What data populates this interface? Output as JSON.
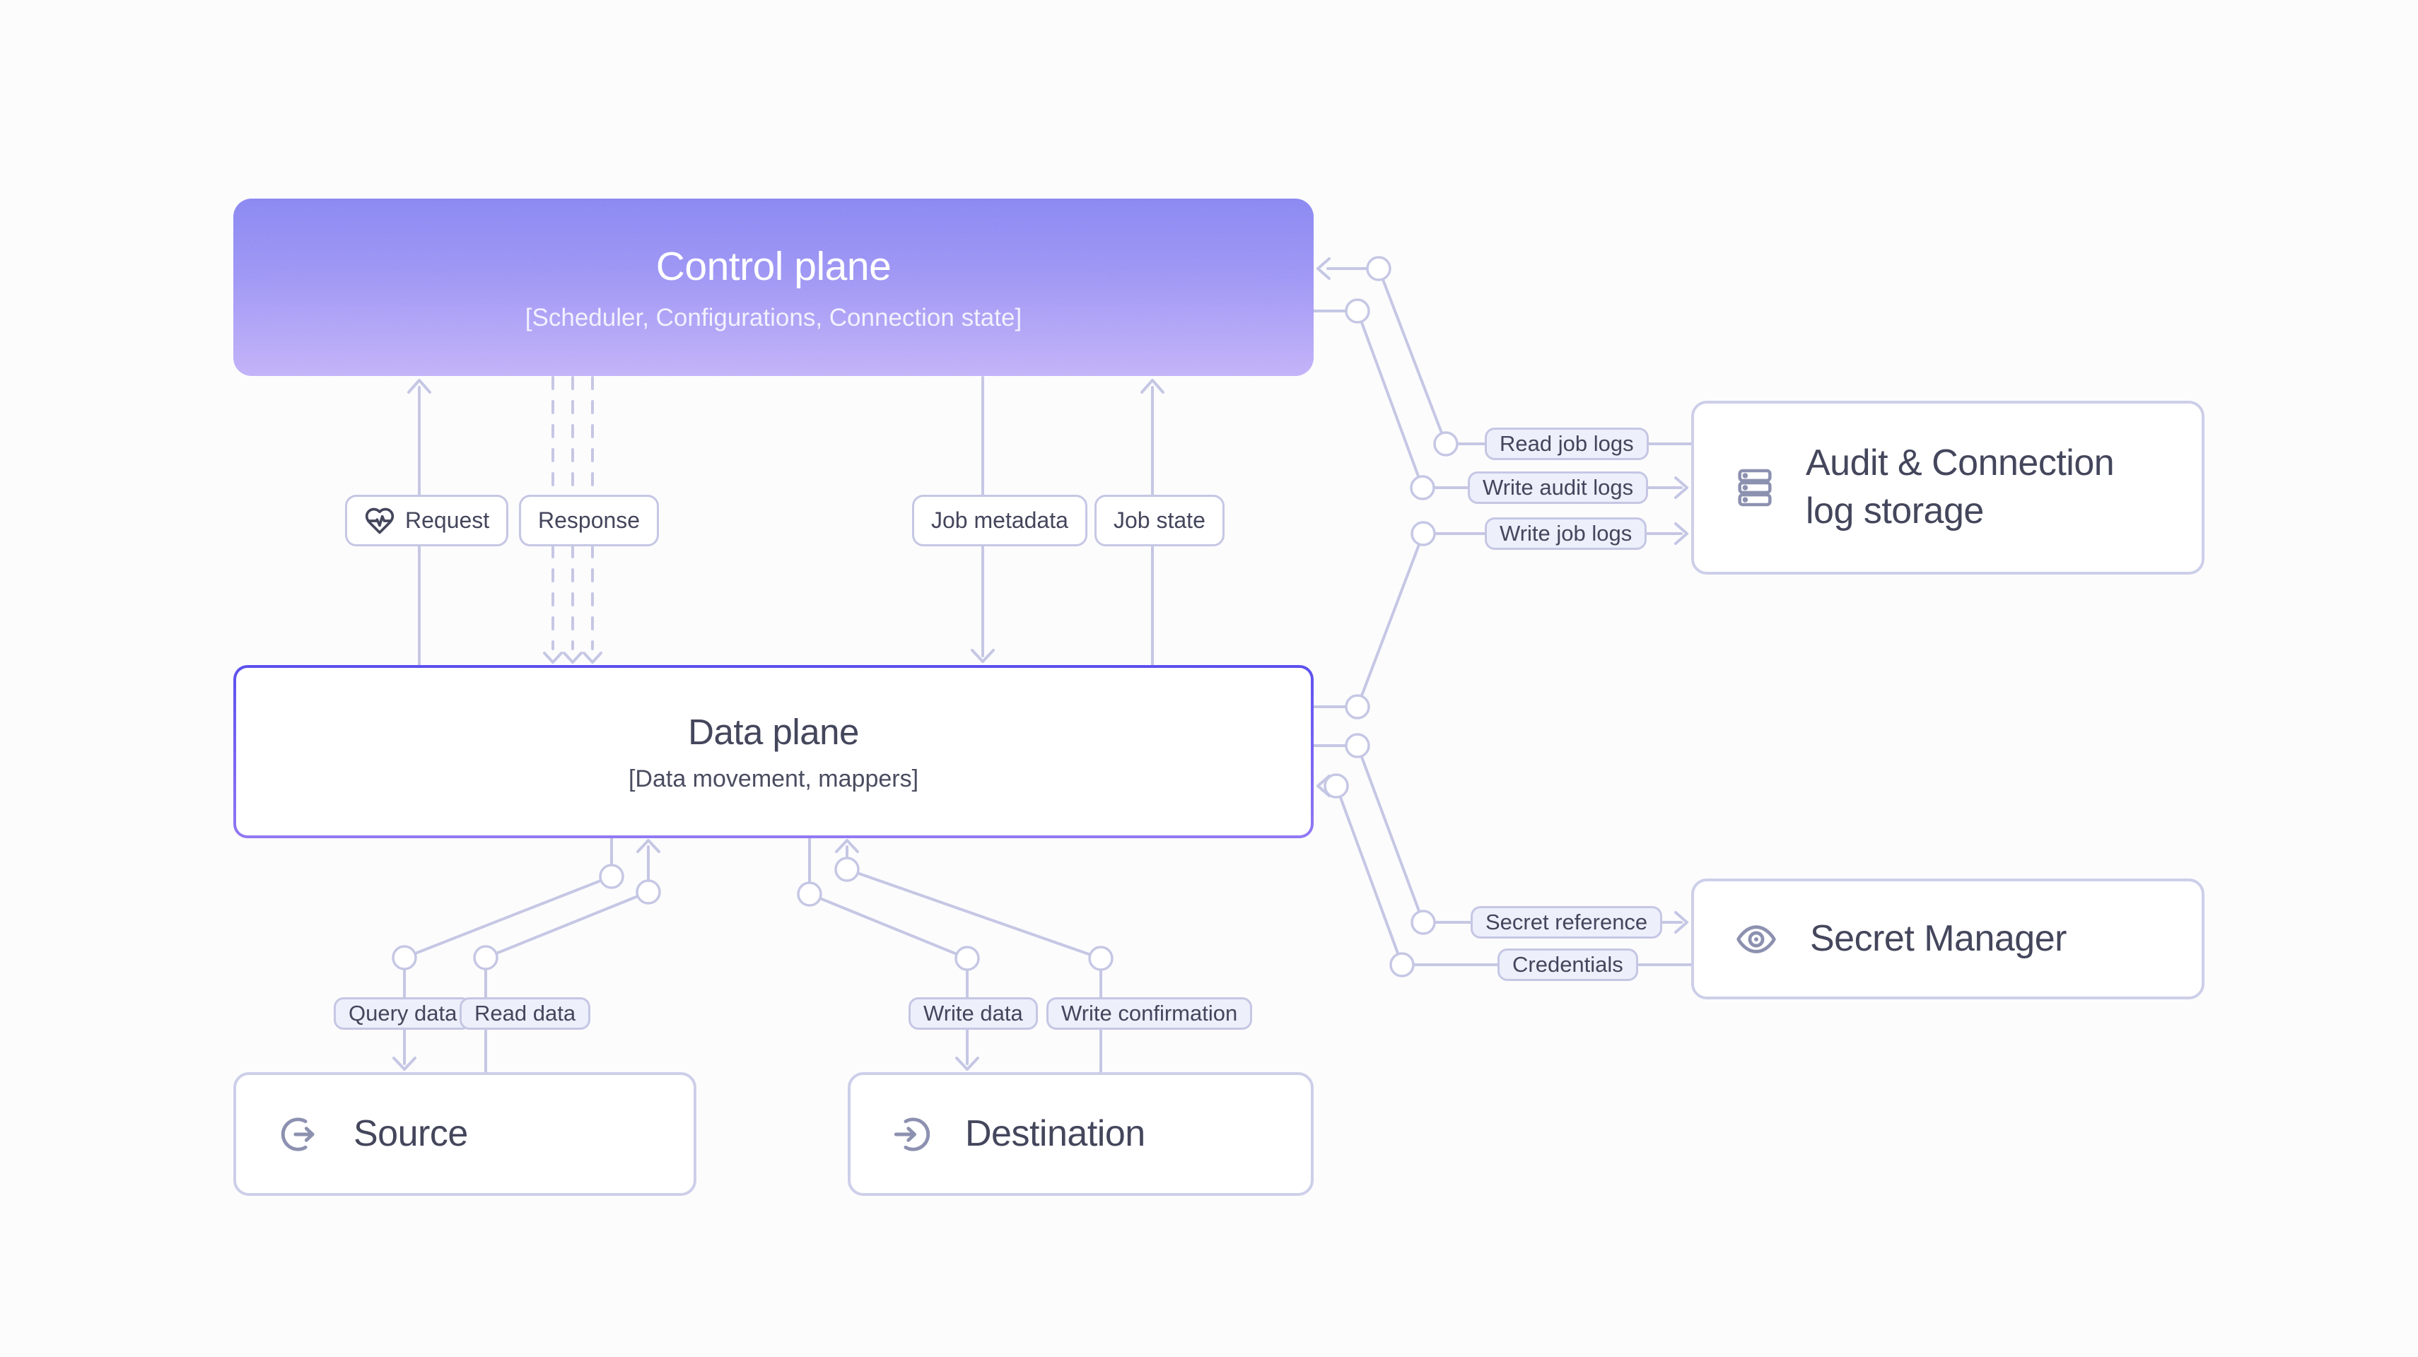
{
  "diagram": {
    "background": "#fcfcfd",
    "colors": {
      "connector": "#c5c7e4",
      "node_border": "#cdcfe9",
      "label_border": "#c5c7e4",
      "label_fill_tinted": "#edeffb",
      "text_dark": "#44465c",
      "icon_gray": "#8d91b0",
      "control_plane_gradient_top": "#5551ec",
      "control_plane_gradient_bottom": "#a78ff6",
      "data_plane_border_top": "#5b50ee",
      "data_plane_border_bottom": "#9278f3"
    },
    "nodes": {
      "control_plane": {
        "title": "Control plane",
        "subtitle": "[Scheduler, Configurations, Connection state]"
      },
      "data_plane": {
        "title": "Data plane",
        "subtitle": "[Data movement, mappers]"
      },
      "source": {
        "title": "Source",
        "icon": "log-out-circle-icon"
      },
      "destination": {
        "title": "Destination",
        "icon": "log-in-circle-icon"
      },
      "audit_log_storage": {
        "title": "Audit & Connection log storage",
        "icon": "database-icon"
      },
      "secret_manager": {
        "title": "Secret Manager",
        "icon": "eye-icon"
      }
    },
    "edge_labels": {
      "request": "Request",
      "response": "Response",
      "job_metadata": "Job metadata",
      "job_state": "Job state",
      "query_data": "Query data",
      "read_data": "Read data",
      "write_data": "Write data",
      "write_confirmation": "Write confirmation",
      "read_job_logs": "Read job logs",
      "write_audit_logs": "Write audit logs",
      "write_job_logs": "Write job logs",
      "secret_reference": "Secret reference",
      "credentials": "Credentials"
    }
  }
}
